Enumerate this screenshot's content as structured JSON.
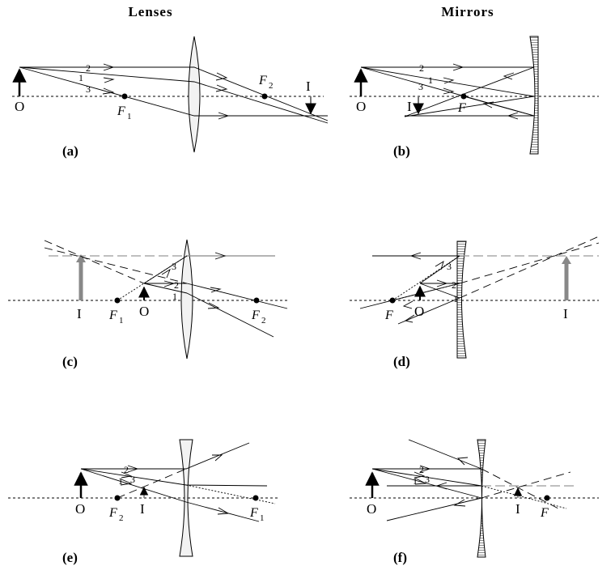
{
  "headers": {
    "lenses": "Lenses",
    "mirrors": "Mirrors"
  },
  "panels": {
    "a": {
      "label": "(a)",
      "object": "O",
      "image": "I",
      "focal1": "F",
      "focal1_sub": "1",
      "focal2": "F",
      "focal2_sub": "2",
      "rays": [
        "2",
        "1",
        "3"
      ]
    },
    "b": {
      "label": "(b)",
      "object": "O",
      "image": "I",
      "focal": "F",
      "rays": [
        "2",
        "1",
        "3"
      ]
    },
    "c": {
      "label": "(c)",
      "object": "O",
      "image": "I",
      "focal1": "F",
      "focal1_sub": "1",
      "focal2": "F",
      "focal2_sub": "2",
      "rays": [
        "3",
        "2",
        "1"
      ]
    },
    "d": {
      "label": "(d)",
      "object": "O",
      "image": "I",
      "focal": "F",
      "rays": [
        "3",
        "2",
        "1"
      ]
    },
    "e": {
      "label": "(e)",
      "object": "O",
      "image": "I",
      "focal2": "F",
      "focal2_sub": "2",
      "focal1": "F",
      "focal1_sub": "1",
      "rays": [
        "2",
        "1",
        "3"
      ]
    },
    "f": {
      "label": "(f)",
      "object": "O",
      "image": "I",
      "focal": "F",
      "rays": [
        "2",
        "1",
        "3"
      ]
    }
  }
}
